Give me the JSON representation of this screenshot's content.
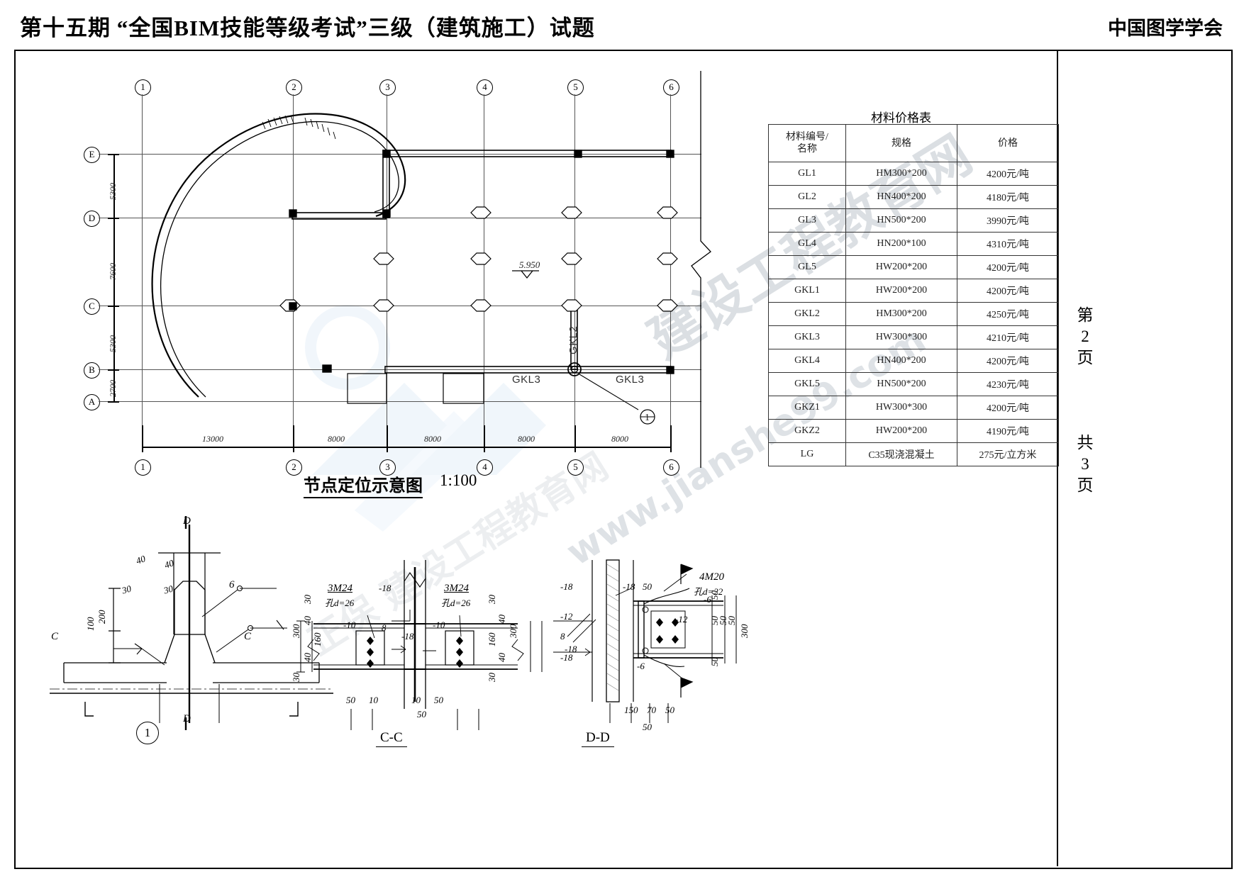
{
  "header": {
    "title": "第十五期 “全国BIM技能等级考试”三级（建筑施工）试题",
    "org": "中国图学学会"
  },
  "page_marks": {
    "page_label": "第\n2\n页",
    "total_label": "共\n3\n页",
    "page_chars": [
      "第",
      "2",
      "页"
    ],
    "total_chars": [
      "共",
      "3",
      "页"
    ]
  },
  "plan": {
    "caption": "节点定位示意图",
    "scale": "1:100",
    "elevation_mark": "5.950",
    "grid_numbers": [
      "1",
      "2",
      "3",
      "4",
      "5",
      "6"
    ],
    "grid_letters": [
      "A",
      "B",
      "C",
      "D",
      "E"
    ],
    "vertical_dims": [
      "5300",
      "7600",
      "5300",
      "2700"
    ],
    "horizontal_dims": [
      "13000",
      "8000",
      "8000",
      "8000",
      "8000"
    ],
    "beam_labels": {
      "gkl2": "GKL2",
      "gkl3_left": "GKL3",
      "gkl3_right": "GKL3"
    },
    "node_callout": "1"
  },
  "material_table": {
    "title": "材料价格表",
    "headers": [
      "材料编号/\n名称",
      "规格",
      "价格"
    ],
    "header_line1": "材料编号/",
    "header_line2": "名称",
    "header_spec": "规格",
    "header_price": "价格",
    "rows": [
      {
        "name": "GL1",
        "spec": "HM300*200",
        "price": "4200元/吨"
      },
      {
        "name": "GL2",
        "spec": "HN400*200",
        "price": "4180元/吨"
      },
      {
        "name": "GL3",
        "spec": "HN500*200",
        "price": "3990元/吨"
      },
      {
        "name": "GL4",
        "spec": "HN200*100",
        "price": "4310元/吨"
      },
      {
        "name": "GL5",
        "spec": "HW200*200",
        "price": "4200元/吨"
      },
      {
        "name": "GKL1",
        "spec": "HW200*200",
        "price": "4200元/吨"
      },
      {
        "name": "GKL2",
        "spec": "HM300*200",
        "price": "4250元/吨"
      },
      {
        "name": "GKL3",
        "spec": "HW300*300",
        "price": "4210元/吨"
      },
      {
        "name": "GKL4",
        "spec": "HN400*200",
        "price": "4200元/吨"
      },
      {
        "name": "GKL5",
        "spec": "HN500*200",
        "price": "4230元/吨"
      },
      {
        "name": "GKZ1",
        "spec": "HW300*300",
        "price": "4200元/吨"
      },
      {
        "name": "GKZ2",
        "spec": "HW200*200",
        "price": "4190元/吨"
      },
      {
        "name": "LG",
        "spec": "C35现浇混凝土",
        "price": "275元/立方米"
      }
    ]
  },
  "detail_node": {
    "number": "1",
    "section_marks_top": [
      "D",
      "D"
    ],
    "section_marks_side": [
      "C",
      "C"
    ],
    "dims": [
      "40",
      "40",
      "30",
      "30",
      "200",
      "100"
    ],
    "weld_mark": "6"
  },
  "detail_cc": {
    "caption": "C-C",
    "bolt_left": "3M24",
    "bolt_left_hole": "孔d=26",
    "bolt_right": "3M24",
    "bolt_right_hole": "孔d=26",
    "plate_left": "-10",
    "plate_right": "-10",
    "stiff_top": "-18",
    "stiff_bot": "-18",
    "weld": "8",
    "dims_left": [
      "300",
      "30",
      "40",
      "160",
      "40",
      "30"
    ],
    "dims_right": [
      "30",
      "40",
      "160",
      "40",
      "30",
      "300"
    ],
    "bottom_dims": [
      "50",
      "10",
      "10",
      "50",
      "50"
    ]
  },
  "detail_dd": {
    "caption": "D-D",
    "stiff_left_top": "-18",
    "stiff_left_mid": "-12",
    "stiff_left_bot": "-18",
    "plate_top": "-18",
    "plate_50": "50",
    "bolt": "4M20",
    "bolt_hole": "孔d=22",
    "weld_6_top": "-6",
    "plate_12": "-12",
    "weld_8": "8",
    "weld_18": "-18",
    "weld_6_bot": "-6",
    "dims_right": [
      "50",
      "50",
      "50",
      "50",
      "50",
      "300"
    ],
    "bottom_dims": [
      "150",
      "70",
      "50",
      "50"
    ]
  },
  "watermark": {
    "text1": "建设工程教育网",
    "text2": "www.jianshe99.com",
    "text3": "正保 建设工程教育网"
  },
  "colors": {
    "ink": "#000000",
    "grid": "#444444",
    "watermark_blue": "#cfe2f3",
    "watermark_grey": "#b8c2cc"
  }
}
